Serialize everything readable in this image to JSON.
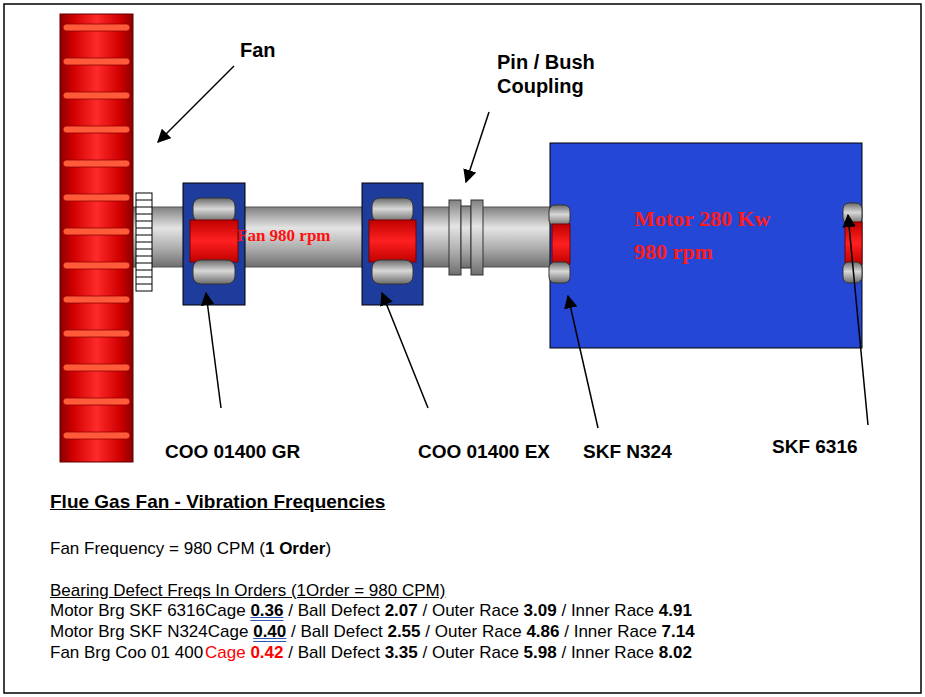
{
  "diagram": {
    "title": "Flue Gas Fan - Vibration Frequencies",
    "nodes": [
      {
        "text": [
          "Fan 980 rpm"
        ]
      },
      {
        "text": [
          "Motor 280 Kw 980 rpm"
        ]
      }
    ],
    "labels": [
      "Fan",
      "Pin / Bush Coupling",
      "COO 01400 GR",
      "COO 01400 EX",
      "SKF N324",
      "SKF 6316",
      "Fan Frequency = 980 CPM (",
      "1 Order",
      ")",
      "Bearing Defect Freqs In Orders (1Order = 980 CPM)",
      "Motor Brg SKF 6316",
      "Cage",
      "0.36",
      "/ Ball Defect",
      "2.07",
      "/ Outer Race",
      "3.09",
      "/ Inner Race",
      "4.91",
      "Motor Brg SKF N324",
      "Cage",
      "0.40",
      "/ Ball Defect",
      "2.55",
      "/ Outer Race",
      "4.86",
      "/ Inner Race",
      "7.14",
      "Fan Brg Coo 01 400",
      "Cage",
      "0.42",
      "/ Ball Defect",
      "3.35",
      "/ Outer Race",
      "5.98",
      "/ Inner Race",
      "8.02"
    ]
  }
}
